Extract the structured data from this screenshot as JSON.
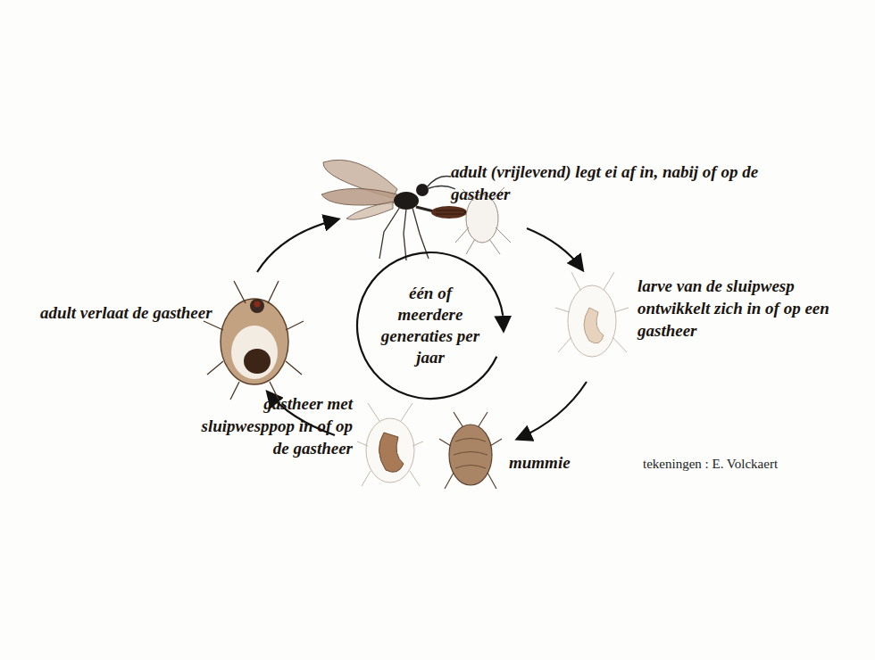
{
  "diagram": {
    "nodes": [
      {
        "text": [
          "één of meerdere generaties per jaar"
        ]
      }
    ],
    "labels": [
      "adult (vrijlevend) legt ei af in, nabij of op de gastheer",
      "larve van de sluipwesp ontwikkelt zich in of op een gastheer",
      "mummie",
      "gastheer met sluipwesppop in of op de gastheer",
      "adult verlaat de gastheer",
      "tekeningen : E. Volckaert"
    ]
  }
}
